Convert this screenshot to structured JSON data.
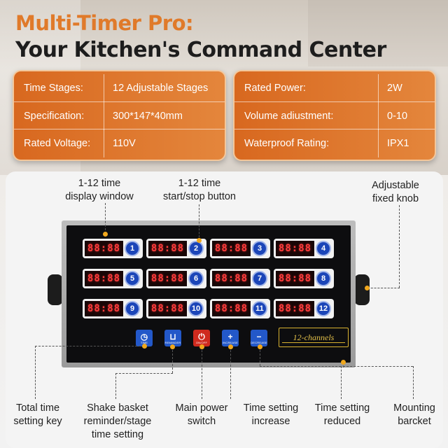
{
  "title": {
    "line1": "Multi-Timer Pro:",
    "line2": "Your Kitchen's Command Center"
  },
  "specs_left": [
    {
      "key": "Time Stages:",
      "value": "12 Adjustable Stages"
    },
    {
      "key": "Specification:",
      "value": "300*147*40mm"
    },
    {
      "key": "Rated Voltage:",
      "value": "110V"
    }
  ],
  "specs_right": [
    {
      "key": "Rated Power:",
      "value": "2W"
    },
    {
      "key": "Volume adiustment:",
      "value": "0-10"
    },
    {
      "key": "Waterproof Rating:",
      "value": "IPX1"
    }
  ],
  "annotations": {
    "display_window_1": "1-12 time",
    "display_window_2": "display window",
    "start_stop_1": "1-12 time",
    "start_stop_2": "start/stop button",
    "knob_1": "Adjustable",
    "knob_2": "fixed knob",
    "total_time_1": "Total time",
    "total_time_2": "setting key",
    "shake_1": "Shake basket",
    "shake_2": "reminder/stage",
    "shake_3": "time setting",
    "power_1": "Main power",
    "power_2": "switch",
    "increase_1": "Time setting",
    "increase_2": "increase",
    "reduced_1": "Time setting",
    "reduced_2": "reduced",
    "mounting_1": "Mounting",
    "mounting_2": "barcket"
  },
  "channels": [
    {
      "display": "88:88",
      "number": "1"
    },
    {
      "display": "88:88",
      "number": "2"
    },
    {
      "display": "88:88",
      "number": "3"
    },
    {
      "display": "88:88",
      "number": "4"
    },
    {
      "display": "88:88",
      "number": "5"
    },
    {
      "display": "88:88",
      "number": "6"
    },
    {
      "display": "88:88",
      "number": "7"
    },
    {
      "display": "88:88",
      "number": "8"
    },
    {
      "display": "88:88",
      "number": "9"
    },
    {
      "display": "88:88",
      "number": "10"
    },
    {
      "display": "88:88",
      "number": "11"
    },
    {
      "display": "88:88",
      "number": "12"
    }
  ],
  "keys": [
    {
      "symbol": "◷",
      "label": "TIME",
      "color": "#2358c9",
      "icon": "clock-icon"
    },
    {
      "symbol": "⊔",
      "label": "REMINDER",
      "color": "#2358c9",
      "icon": "basket-icon"
    },
    {
      "symbol": "⏻",
      "label": "ON/OFF",
      "color": "#cf2a1e",
      "icon": "power-icon"
    },
    {
      "symbol": "+",
      "label": "INCREASE",
      "color": "#2358c9",
      "icon": "plus-icon"
    },
    {
      "symbol": "−",
      "label": "DECREASE",
      "color": "#2358c9",
      "icon": "minus-icon"
    }
  ],
  "badge": "12-channels",
  "colors": {
    "accent": "#e07a2a",
    "digit_red": "#ff3b3b",
    "button_blue": "#1b45b8",
    "leader_dot": "#f1a81d"
  }
}
